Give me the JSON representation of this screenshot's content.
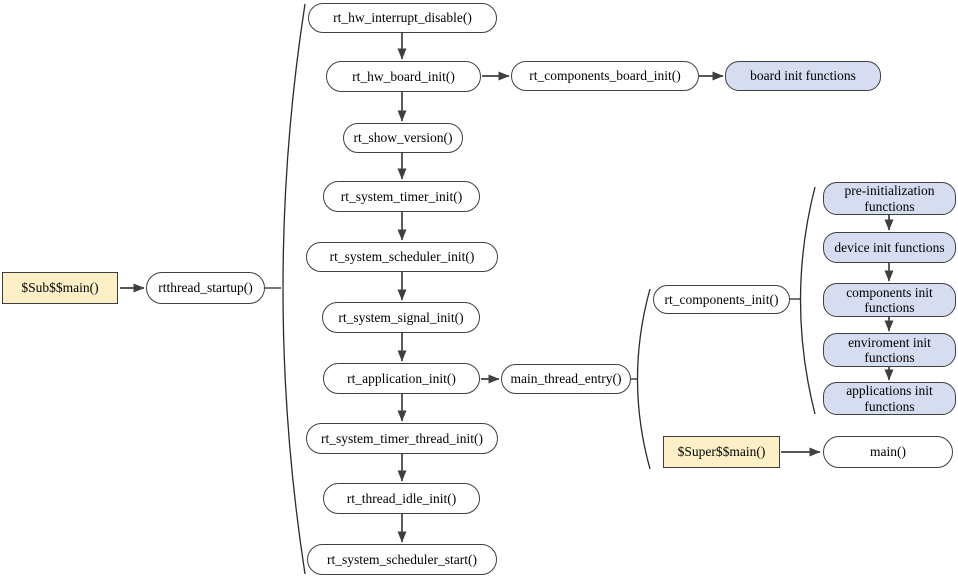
{
  "colors": {
    "node_border": "#3f3f3f",
    "plain_fill": "#ffffff",
    "highlight_fill": "#fdf0c7",
    "accent_fill": "#d7ddf1",
    "connector": "#3f3f3f",
    "text": "#000000"
  },
  "nodes": {
    "sub_main": {
      "label": "$Sub$$main()"
    },
    "rtthread_startup": {
      "label": "rtthread_startup()"
    },
    "rt_hw_interrupt_disable": {
      "label": "rt_hw_interrupt_disable()"
    },
    "rt_hw_board_init": {
      "label": "rt_hw_board_init()"
    },
    "rt_components_board_init": {
      "label": "rt_components_board_init()"
    },
    "board_init_functions": {
      "label": "board init functions"
    },
    "rt_show_version": {
      "label": "rt_show_version()"
    },
    "rt_system_timer_init": {
      "label": "rt_system_timer_init()"
    },
    "rt_system_scheduler_init": {
      "label": "rt_system_scheduler_init()"
    },
    "rt_system_signal_init": {
      "label": "rt_system_signal_init()"
    },
    "rt_application_init": {
      "label": "rt_application_init()"
    },
    "main_thread_entry": {
      "label": "main_thread_entry()"
    },
    "rt_components_init": {
      "label": "rt_components_init()"
    },
    "pre_initialization_functions": {
      "label": "pre-initialization functions"
    },
    "device_init_functions": {
      "label": "device init functions"
    },
    "components_init_functions": {
      "label": "components init functions"
    },
    "enviroment_init_functions": {
      "label": "enviroment init functions"
    },
    "applications_init_functions": {
      "label": "applications init functions"
    },
    "rt_system_timer_thread_init": {
      "label": "rt_system_timer_thread_init()"
    },
    "rt_thread_idle_init": {
      "label": "rt_thread_idle_init()"
    },
    "rt_system_scheduler_start": {
      "label": "rt_system_scheduler_start()"
    },
    "super_main": {
      "label": "$Super$$main()"
    },
    "main": {
      "label": "main()"
    }
  }
}
